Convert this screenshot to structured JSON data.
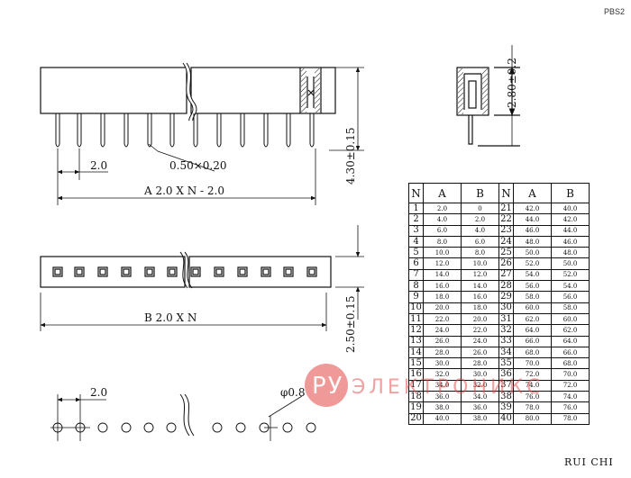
{
  "doc_code": "PBS2",
  "maker": "RUI CHI",
  "watermark": {
    "ru": "РУ",
    "text": "ЭЛЕКТРОНИКС"
  },
  "dims": {
    "pitch_top": "2.0",
    "pin_size": "0.50×0.20",
    "a_formula": "A  2.0 X N - 2.0",
    "height_total": "4.30±0.15",
    "height_side": "2.80±0.2",
    "b_formula": "B  2.0 X N",
    "width_top": "2.50±0.15",
    "pitch_bottom": "2.0",
    "hole_dia": "φ0.8"
  },
  "table": {
    "headers": [
      "N",
      "A",
      "B",
      "N",
      "A",
      "B"
    ],
    "rows": [
      [
        "1",
        "2.0",
        "0",
        "21",
        "42.0",
        "40.0"
      ],
      [
        "2",
        "4.0",
        "2.0",
        "22",
        "44.0",
        "42.0"
      ],
      [
        "3",
        "6.0",
        "4.0",
        "23",
        "46.0",
        "44.0"
      ],
      [
        "4",
        "8.0",
        "6.0",
        "24",
        "48.0",
        "46.0"
      ],
      [
        "5",
        "10.0",
        "8.0",
        "25",
        "50.0",
        "48.0"
      ],
      [
        "6",
        "12.0",
        "10.0",
        "26",
        "52.0",
        "50.0"
      ],
      [
        "7",
        "14.0",
        "12.0",
        "27",
        "54.0",
        "52.0"
      ],
      [
        "8",
        "16.0",
        "14.0",
        "28",
        "56.0",
        "54.0"
      ],
      [
        "9",
        "18.0",
        "16.0",
        "29",
        "58.0",
        "56.0"
      ],
      [
        "10",
        "20.0",
        "18.0",
        "30",
        "60.0",
        "58.0"
      ],
      [
        "11",
        "22.0",
        "20.0",
        "31",
        "62.0",
        "60.0"
      ],
      [
        "12",
        "24.0",
        "22.0",
        "32",
        "64.0",
        "62.0"
      ],
      [
        "13",
        "26.0",
        "24.0",
        "33",
        "66.0",
        "64.0"
      ],
      [
        "14",
        "28.0",
        "26.0",
        "34",
        "68.0",
        "66.0"
      ],
      [
        "15",
        "30.0",
        "28.0",
        "35",
        "70.0",
        "68.0"
      ],
      [
        "16",
        "32.0",
        "30.0",
        "36",
        "72.0",
        "70.0"
      ],
      [
        "17",
        "34.0",
        "32.0",
        "37",
        "74.0",
        "72.0"
      ],
      [
        "18",
        "36.0",
        "34.0",
        "38",
        "76.0",
        "74.0"
      ],
      [
        "19",
        "38.0",
        "36.0",
        "39",
        "78.0",
        "76.0"
      ],
      [
        "20",
        "40.0",
        "38.0",
        "40",
        "80.0",
        "78.0"
      ]
    ]
  }
}
